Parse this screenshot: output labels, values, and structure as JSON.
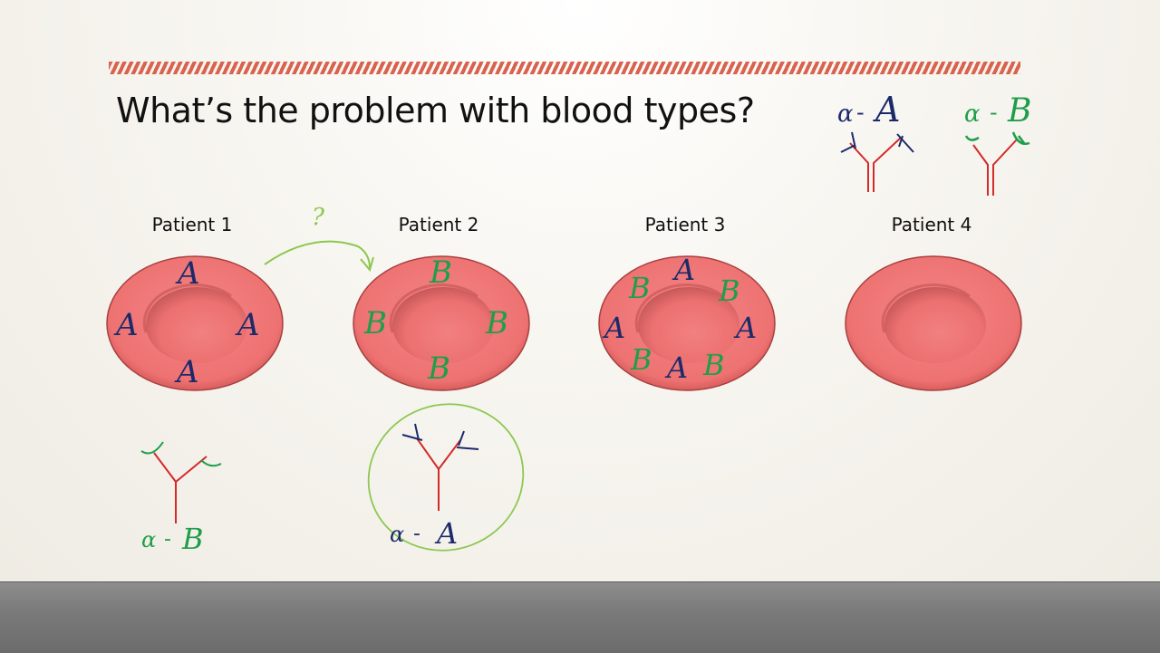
{
  "slide": {
    "title": "What’s the problem with blood types?"
  },
  "colors": {
    "stripe": "#d8634f",
    "cell_fill": "#f07676",
    "ink_blue": "#1c2a6b",
    "ink_green": "#1f9e4a",
    "ink_red": "#d42a2a",
    "ink_lightgreen": "#8cc850"
  },
  "patients": [
    {
      "label": "Patient 1",
      "antigens": [
        "A",
        "A",
        "A",
        "A"
      ]
    },
    {
      "label": "Patient 2",
      "antigens": [
        "B",
        "B",
        "B",
        "B"
      ]
    },
    {
      "label": "Patient 3",
      "antigens": [
        "A",
        "A",
        "A",
        "A",
        "B",
        "B",
        "B",
        "B"
      ]
    },
    {
      "label": "Patient 4",
      "antigens": []
    }
  ],
  "annotations": {
    "question_mark": "?",
    "legend_anti_a": {
      "alpha": "α",
      "dash": "-",
      "letter": "A"
    },
    "legend_anti_b": {
      "alpha": "α",
      "dash": "-",
      "letter": "B"
    },
    "patient1_antibody": {
      "alpha": "α",
      "dash": "-",
      "letter": "B"
    },
    "patient2_antibody": {
      "alpha": "α",
      "dash": "-",
      "letter": "A"
    }
  }
}
